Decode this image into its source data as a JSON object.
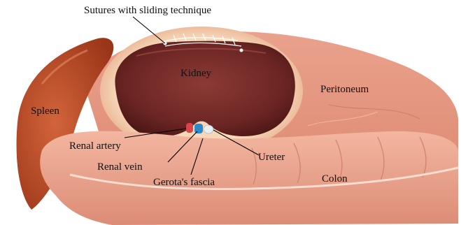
{
  "labels": {
    "sutures": "Sutures with sliding technique",
    "kidney": "Kidney",
    "peritoneum": "Peritoneum",
    "spleen": "Spleen",
    "renal_artery": "Renal artery",
    "ureter": "Ureter",
    "renal_vein": "Renal vein",
    "gerotas_fascia": "Gerota's fascia",
    "colon": "Colon"
  },
  "colors": {
    "spleen": "#b4421f",
    "peritoneum": "#e79c86",
    "kidney": "#7a2d2a",
    "fascia_rim": "#f3c9a6",
    "colon": "#eea891",
    "artery": "#d9434a",
    "vein": "#2f88c9"
  }
}
